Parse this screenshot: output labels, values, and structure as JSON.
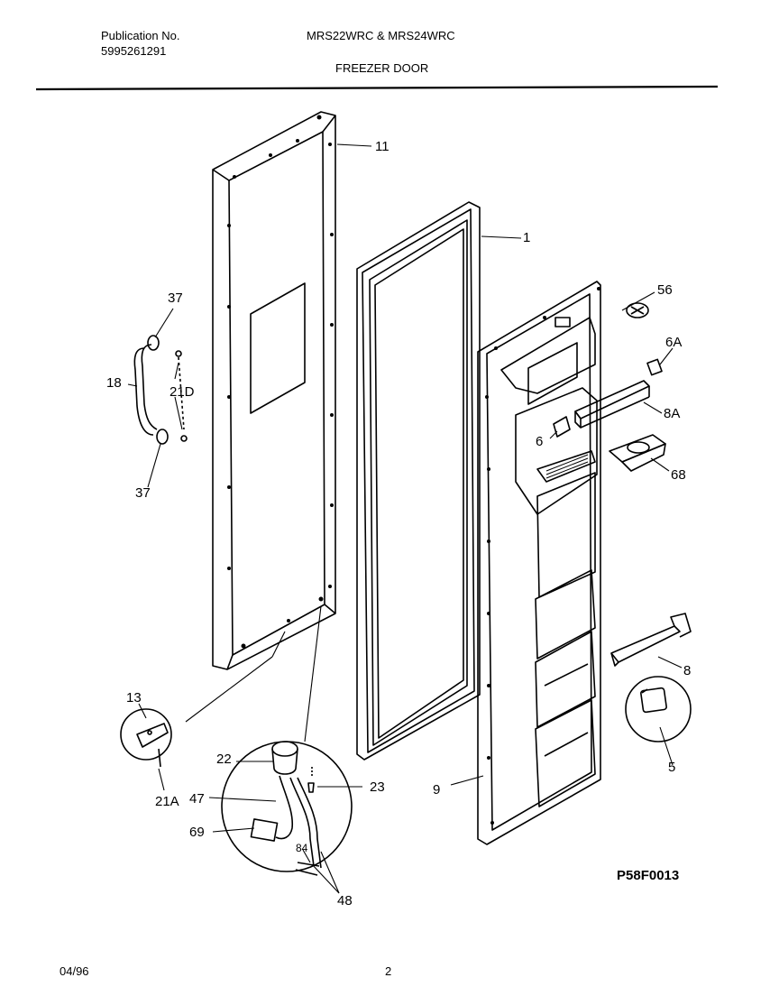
{
  "header": {
    "publication_label": "Publication No.",
    "publication_number": "5995261291",
    "models": "MRS22WRC & MRS24WRC",
    "section_title": "FREEZER DOOR"
  },
  "callouts": {
    "c11": "11",
    "c1": "1",
    "c56": "56",
    "c6A": "6A",
    "c8A": "8A",
    "c6": "6",
    "c68": "68",
    "c8": "8",
    "c5": "5",
    "c9": "9",
    "c37a": "37",
    "c37b": "37",
    "c18": "18",
    "c21D": "21D",
    "c13": "13",
    "c21A": "21A",
    "c22": "22",
    "c47": "47",
    "c69": "69",
    "c84": "84",
    "c48": "48",
    "c23": "23"
  },
  "drawing_code": "P58F0013",
  "footer": {
    "date": "04/96",
    "page": "2"
  }
}
